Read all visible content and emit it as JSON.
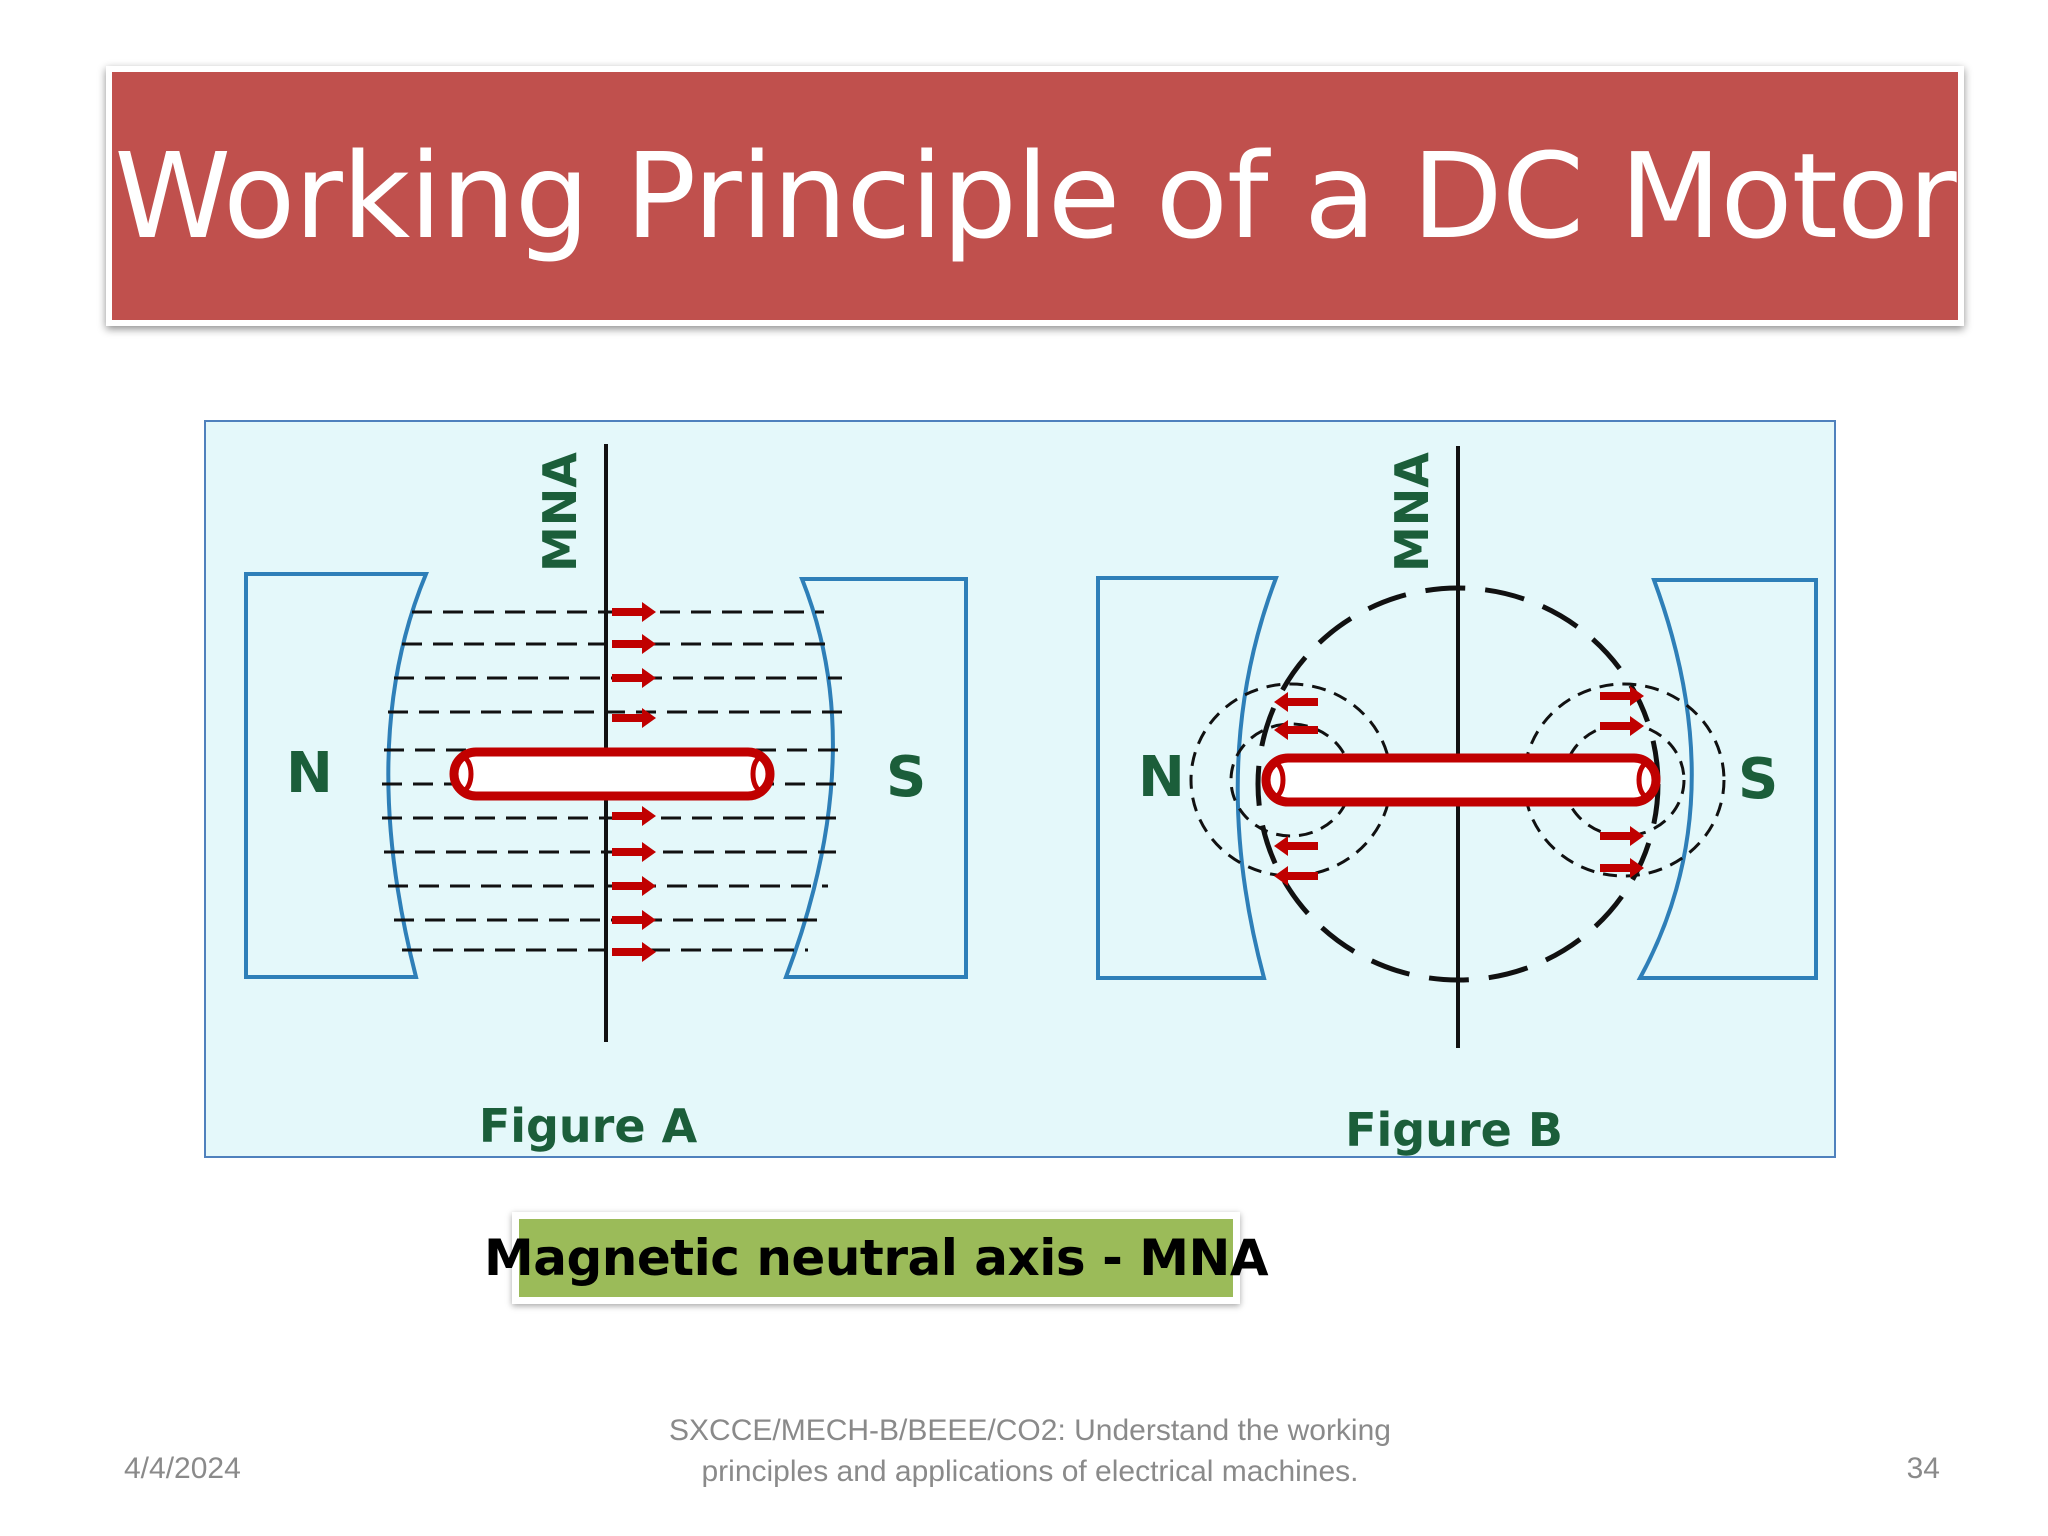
{
  "slide": {
    "title": "Working Principle of a DC Motor",
    "caption": "Magnetic neutral axis - MNA",
    "footer_date": "4/4/2024",
    "footer_text": "SXCCE/MECH-B/BEEE/CO2: Understand the working principles and applications of electrical machines.",
    "page_number": "34"
  },
  "figure_a": {
    "north_label": "N",
    "south_label": "S",
    "axis_label": "MNA",
    "caption": "Figure A"
  },
  "figure_b": {
    "north_label": "N",
    "south_label": "S",
    "axis_label": "MNA",
    "caption": "Figure B"
  },
  "colors": {
    "title_bg": "#c0504d",
    "panel_bg": "#e4f8fa",
    "magnet_stroke": "#2e7fb8",
    "label_green": "#1b5e3a",
    "conductor_red": "#c00000",
    "caption_bg": "#9bbb59"
  }
}
